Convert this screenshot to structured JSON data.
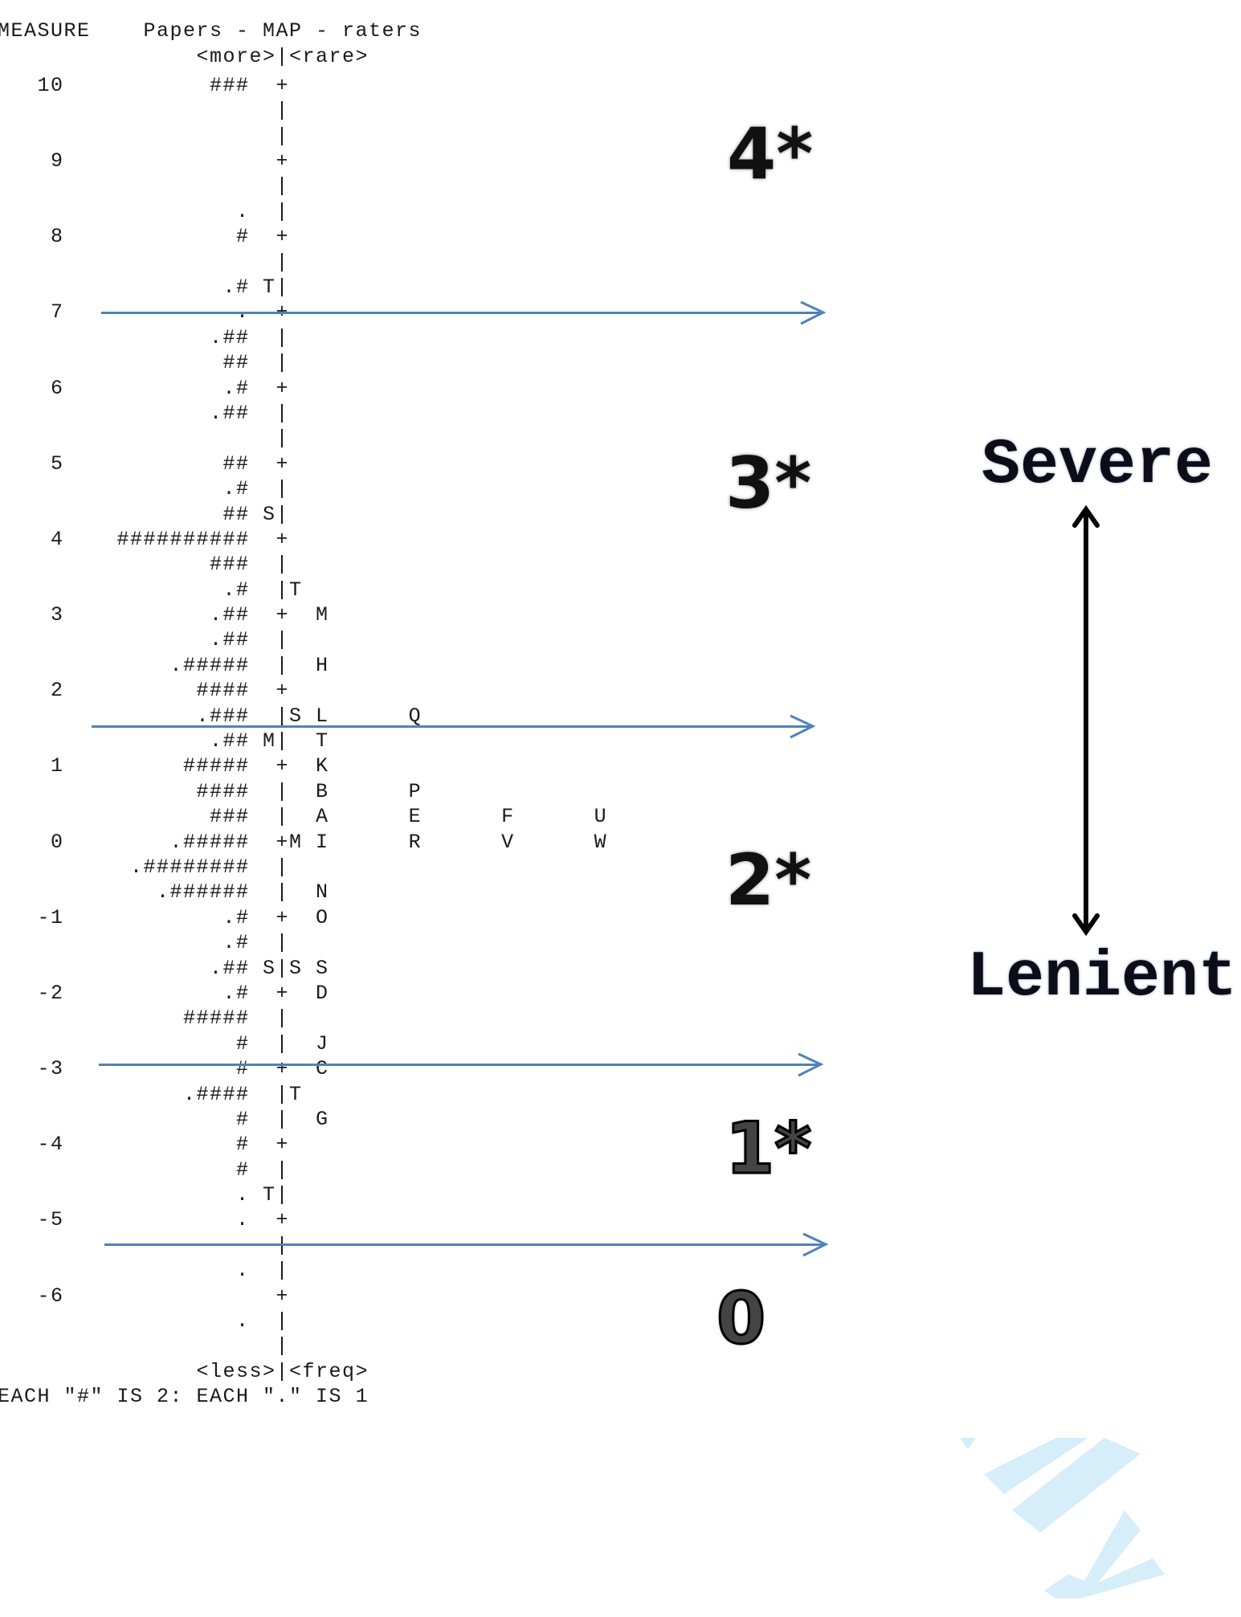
{
  "chart_data": {
    "type": "table",
    "title": "Papers - MAP - raters",
    "ylabel": "MEASURE",
    "subtitle_top": "<more>|<rare>",
    "subtitle_bottom": "<less>|<freq>",
    "legend": "EACH \"#\" IS 2: EACH \".\" IS 1",
    "ylim": [
      -6,
      10
    ],
    "yticks": [
      "10",
      "9",
      "8",
      "7",
      "6",
      "5",
      "4",
      "3",
      "2",
      "1",
      "0",
      "-1",
      "-2",
      "-3",
      "-4",
      "-5",
      "-6"
    ],
    "rows": [
      {
        "measure": "10",
        "papers": "###",
        "lm": "",
        "axis": "+",
        "rm": "",
        "raters": ""
      },
      {
        "measure": "",
        "papers": "",
        "lm": "",
        "axis": "|",
        "rm": "",
        "raters": ""
      },
      {
        "measure": "",
        "papers": "",
        "lm": "",
        "axis": "|",
        "rm": "",
        "raters": ""
      },
      {
        "measure": "9",
        "papers": "",
        "lm": "",
        "axis": "+",
        "rm": "",
        "raters": ""
      },
      {
        "measure": "",
        "papers": "",
        "lm": "",
        "axis": "|",
        "rm": "",
        "raters": ""
      },
      {
        "measure": "",
        "papers": ".",
        "lm": "",
        "axis": "|",
        "rm": "",
        "raters": ""
      },
      {
        "measure": "8",
        "papers": "#",
        "lm": "",
        "axis": "+",
        "rm": "",
        "raters": ""
      },
      {
        "measure": "",
        "papers": "",
        "lm": "",
        "axis": "|",
        "rm": "",
        "raters": ""
      },
      {
        "measure": "",
        "papers": ".#",
        "lm": "T",
        "axis": "|",
        "rm": "",
        "raters": ""
      },
      {
        "measure": "7",
        "papers": ".",
        "lm": "",
        "axis": "+",
        "rm": "",
        "raters": ""
      },
      {
        "measure": "",
        "papers": ".##",
        "lm": "",
        "axis": "|",
        "rm": "",
        "raters": ""
      },
      {
        "measure": "",
        "papers": "##",
        "lm": "",
        "axis": "|",
        "rm": "",
        "raters": ""
      },
      {
        "measure": "6",
        "papers": ".#",
        "lm": "",
        "axis": "+",
        "rm": "",
        "raters": ""
      },
      {
        "measure": "",
        "papers": ".##",
        "lm": "",
        "axis": "|",
        "rm": "",
        "raters": ""
      },
      {
        "measure": "",
        "papers": "",
        "lm": "",
        "axis": "|",
        "rm": "",
        "raters": ""
      },
      {
        "measure": "5",
        "papers": "##",
        "lm": "",
        "axis": "+",
        "rm": "",
        "raters": ""
      },
      {
        "measure": "",
        "papers": ".#",
        "lm": "",
        "axis": "|",
        "rm": "",
        "raters": ""
      },
      {
        "measure": "",
        "papers": "##",
        "lm": "S",
        "axis": "|",
        "rm": "",
        "raters": ""
      },
      {
        "measure": "4",
        "papers": "##########",
        "lm": "",
        "axis": "+",
        "rm": "",
        "raters": ""
      },
      {
        "measure": "",
        "papers": "###",
        "lm": "",
        "axis": "|",
        "rm": "",
        "raters": ""
      },
      {
        "measure": "",
        "papers": ".#",
        "lm": "",
        "axis": "|",
        "rm": "T",
        "raters": ""
      },
      {
        "measure": "3",
        "papers": ".##",
        "lm": "",
        "axis": "+",
        "rm": "",
        "raters": "M"
      },
      {
        "measure": "",
        "papers": ".##",
        "lm": "",
        "axis": "|",
        "rm": "",
        "raters": ""
      },
      {
        "measure": "",
        "papers": ".#####",
        "lm": "",
        "axis": "|",
        "rm": "",
        "raters": "H"
      },
      {
        "measure": "2",
        "papers": "####",
        "lm": "",
        "axis": "+",
        "rm": "",
        "raters": ""
      },
      {
        "measure": "",
        "papers": ".###",
        "lm": "",
        "axis": "|",
        "rm": "S",
        "raters": "L      Q"
      },
      {
        "measure": "",
        "papers": ".##",
        "lm": "M",
        "axis": "|",
        "rm": "",
        "raters": "T"
      },
      {
        "measure": "1",
        "papers": "#####",
        "lm": "",
        "axis": "+",
        "rm": "",
        "raters": "K"
      },
      {
        "measure": "",
        "papers": "####",
        "lm": "",
        "axis": "|",
        "rm": "",
        "raters": "B      P"
      },
      {
        "measure": "",
        "papers": "###",
        "lm": "",
        "axis": "|",
        "rm": "",
        "raters": "A      E      F      U"
      },
      {
        "measure": "0",
        "papers": ".#####",
        "lm": "",
        "axis": "+",
        "rm": "M",
        "raters": "I      R      V      W"
      },
      {
        "measure": "",
        "papers": ".########",
        "lm": "",
        "axis": "|",
        "rm": "",
        "raters": ""
      },
      {
        "measure": "",
        "papers": ".######",
        "lm": "",
        "axis": "|",
        "rm": "",
        "raters": "N"
      },
      {
        "measure": "-1",
        "papers": ".#",
        "lm": "",
        "axis": "+",
        "rm": "",
        "raters": "O"
      },
      {
        "measure": "",
        "papers": ".#",
        "lm": "",
        "axis": "|",
        "rm": "",
        "raters": ""
      },
      {
        "measure": "",
        "papers": ".##",
        "lm": "S",
        "axis": "|",
        "rm": "S",
        "raters": "S"
      },
      {
        "measure": "-2",
        "papers": ".#",
        "lm": "",
        "axis": "+",
        "rm": "",
        "raters": "D"
      },
      {
        "measure": "",
        "papers": "#####",
        "lm": "",
        "axis": "|",
        "rm": "",
        "raters": ""
      },
      {
        "measure": "",
        "papers": "#",
        "lm": "",
        "axis": "|",
        "rm": "",
        "raters": "J"
      },
      {
        "measure": "-3",
        "papers": "#",
        "lm": "",
        "axis": "+",
        "rm": "",
        "raters": "C"
      },
      {
        "measure": "",
        "papers": ".####",
        "lm": "",
        "axis": "|",
        "rm": "T",
        "raters": ""
      },
      {
        "measure": "",
        "papers": "#",
        "lm": "",
        "axis": "|",
        "rm": "",
        "raters": "G"
      },
      {
        "measure": "-4",
        "papers": "#",
        "lm": "",
        "axis": "+",
        "rm": "",
        "raters": ""
      },
      {
        "measure": "",
        "papers": "#",
        "lm": "",
        "axis": "|",
        "rm": "",
        "raters": ""
      },
      {
        "measure": "",
        "papers": ".",
        "lm": "T",
        "axis": "|",
        "rm": "",
        "raters": ""
      },
      {
        "measure": "-5",
        "papers": ".",
        "lm": "",
        "axis": "+",
        "rm": "",
        "raters": ""
      },
      {
        "measure": "",
        "papers": "",
        "lm": "",
        "axis": "|",
        "rm": "",
        "raters": ""
      },
      {
        "measure": "",
        "papers": ".",
        "lm": "",
        "axis": "|",
        "rm": "",
        "raters": ""
      },
      {
        "measure": "-6",
        "papers": "",
        "lm": "",
        "axis": "+",
        "rm": "",
        "raters": ""
      },
      {
        "measure": "",
        "papers": ".",
        "lm": "",
        "axis": "|",
        "rm": "",
        "raters": ""
      },
      {
        "measure": "",
        "papers": "",
        "lm": "",
        "axis": "|",
        "rm": "",
        "raters": ""
      }
    ],
    "band_cutoffs": [
      {
        "between": "4* / 3*",
        "measure_approx": 7.0
      },
      {
        "between": "3* / 2*",
        "measure_approx": 1.55
      },
      {
        "between": "2* / 1*",
        "measure_approx": -2.95
      },
      {
        "between": "1* / 0",
        "measure_approx": -5.3
      }
    ],
    "bands": [
      "4*",
      "3*",
      "2*",
      "1*",
      "0"
    ],
    "annotations": [
      "Severe",
      "Lenient"
    ]
  },
  "header": {
    "measure_label": "MEASURE",
    "title": "Papers - MAP - raters",
    "top_axis": "<more>|<rare>"
  },
  "footer": {
    "bottom_axis": "<less>|<freq>",
    "legend": "EACH \"#\" IS 2: EACH \".\" IS 1"
  },
  "bands": {
    "b4": "4*",
    "b3": "3*",
    "b2": "2*",
    "b1": "1*",
    "b0": "0"
  },
  "direction": {
    "top": "Severe",
    "bottom": "Lenient"
  },
  "colors": {
    "cutoff_line": "#4f81bd",
    "text": "#1a1a1a",
    "watermark": "#d6edfa"
  }
}
